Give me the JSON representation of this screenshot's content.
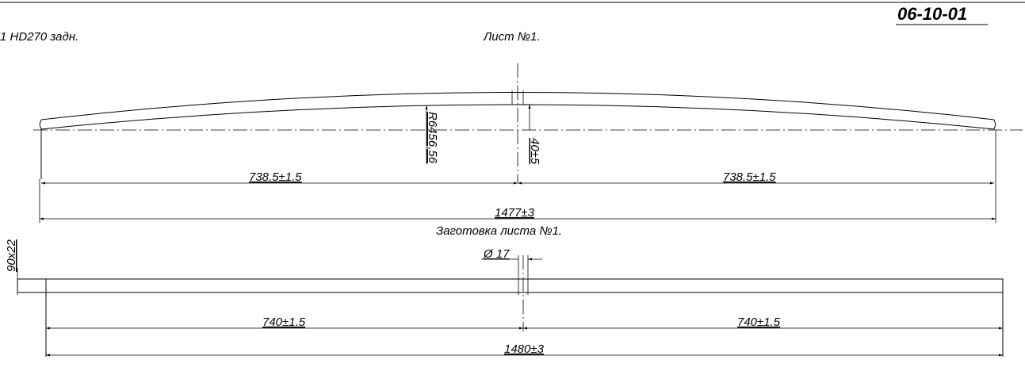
{
  "header": {
    "doc_code": "06-10-01",
    "model_label": "1 HD270 задн.",
    "sheet_title": "Лист №1."
  },
  "leaf": {
    "radius_label": "R6456,56",
    "height_label": "40±5",
    "half_left": "738.5±1.5",
    "half_right": "738.5±1.5",
    "total": "1477±3"
  },
  "blank": {
    "title": "Заготовка листа №1.",
    "hole_label": "Ø 17",
    "section_label": "90x22",
    "half_left": "740±1.5",
    "half_right": "740±1.5",
    "total": "1480±3"
  }
}
